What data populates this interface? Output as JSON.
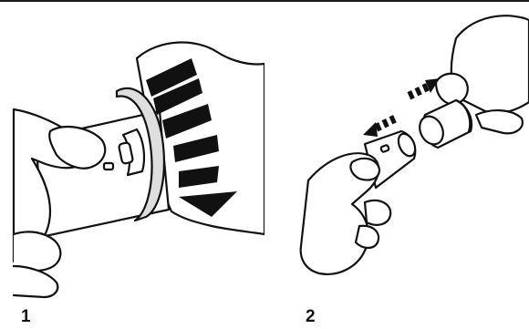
{
  "steps": [
    {
      "number": "1"
    },
    {
      "number": "2"
    }
  ],
  "icons": [
    "hand-illustration",
    "twist-arrow-icon",
    "pull-apart-arrows-icon"
  ],
  "colors": {
    "line": "#111111",
    "fill": "#ffffff",
    "arrow": "#111111"
  }
}
